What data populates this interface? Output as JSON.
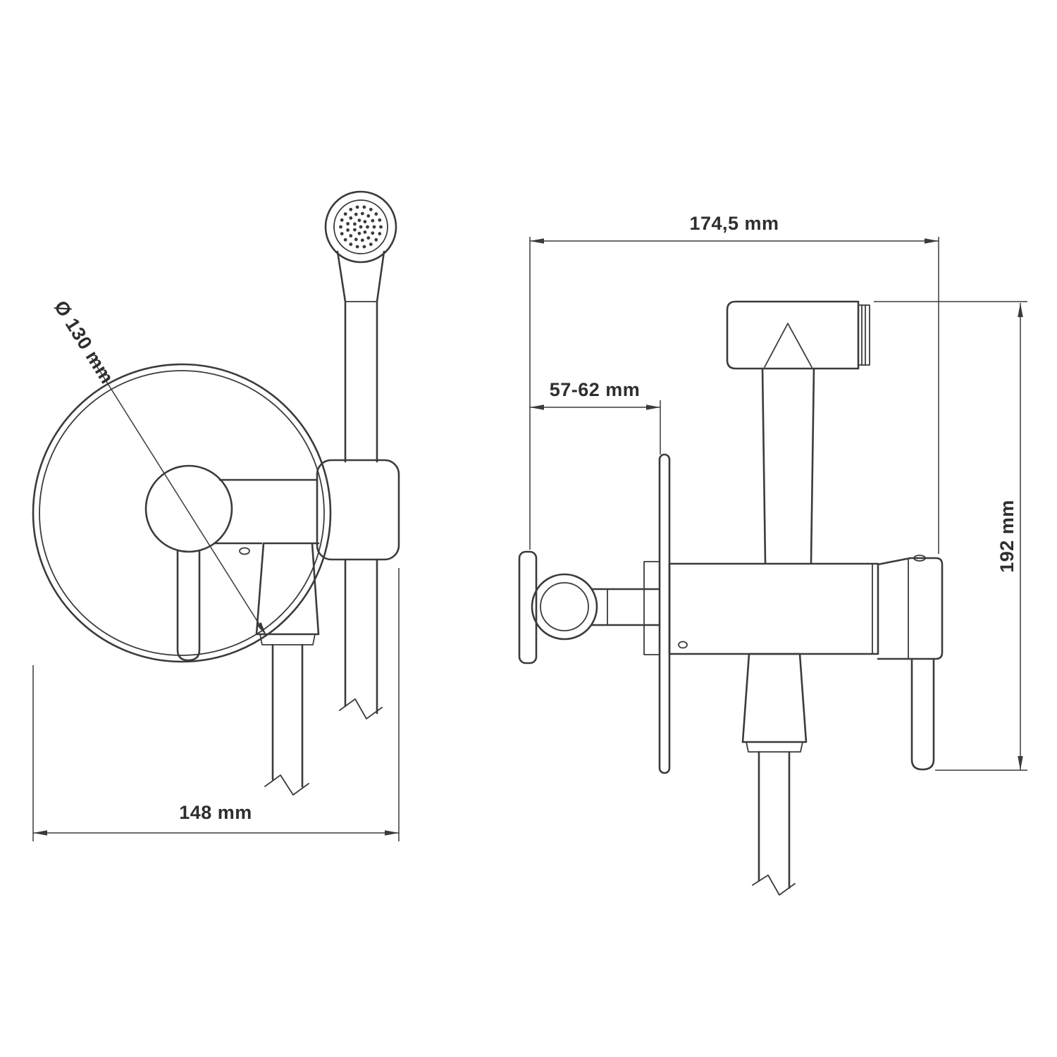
{
  "drawing": {
    "type": "technical-drawing",
    "dimensions": {
      "plate_diameter": "Ø 130 mm",
      "front_overall_width": "148 mm",
      "side_overall_width": "174,5 mm",
      "recess_depth": "57-62 mm",
      "overall_height": "192 mm"
    },
    "colors": {
      "line": "#3b3b3b",
      "text": "#2e2e2e",
      "background": "#ffffff"
    }
  }
}
